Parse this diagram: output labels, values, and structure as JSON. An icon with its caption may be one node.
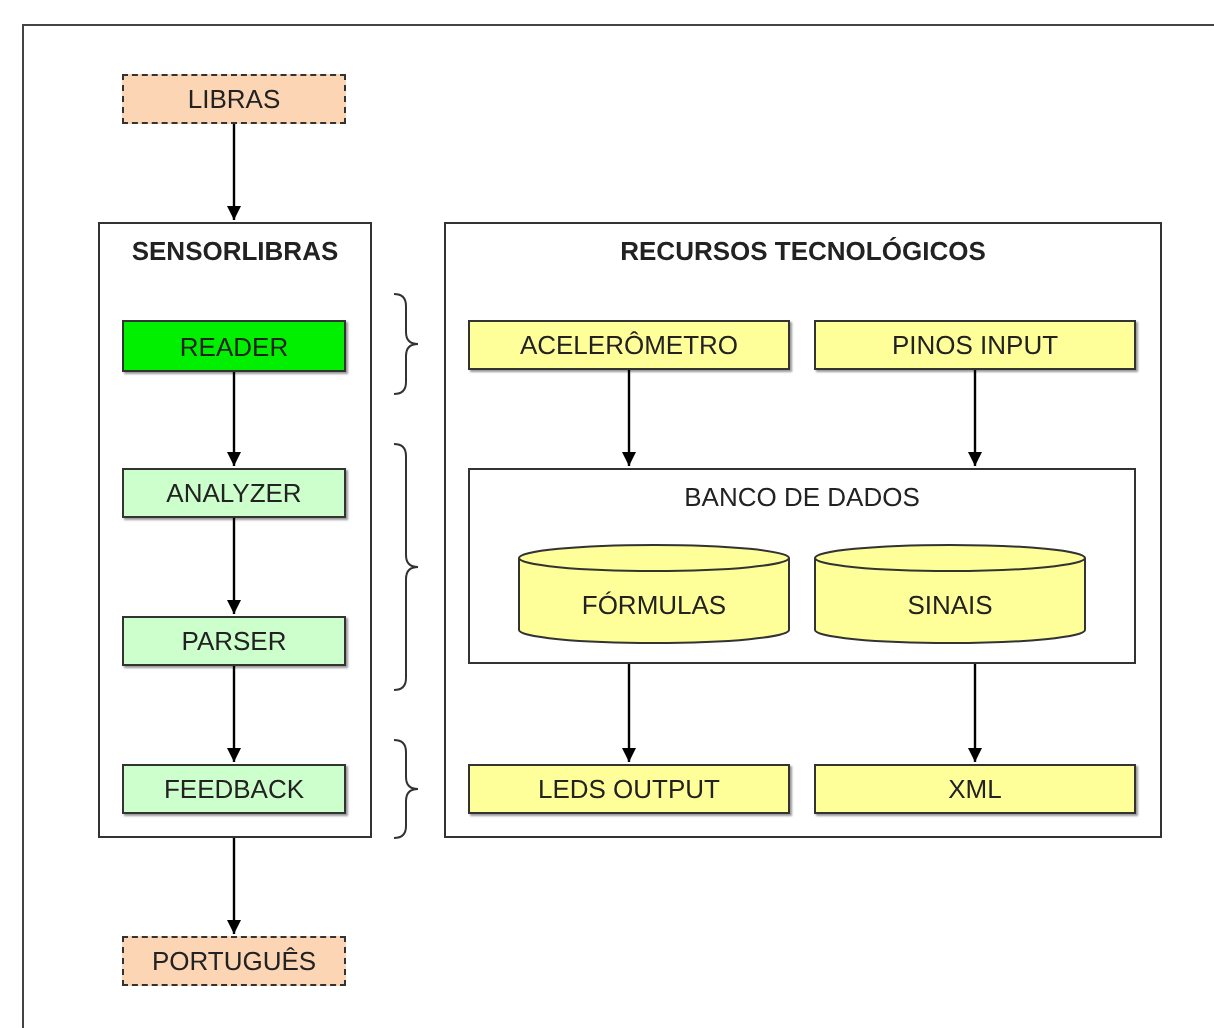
{
  "diagram": {
    "nodes": [
      {
        "text": [
          "LIBRAS"
        ]
      },
      {
        "text": [
          "SENSORLIBRAS"
        ]
      },
      {
        "text": [
          "READER"
        ],
        "in": 1
      },
      {
        "text": [
          "ANALYZER"
        ],
        "in": 1
      },
      {
        "text": [
          "PARSER"
        ],
        "in": 1
      },
      {
        "text": [
          "FEEDBACK"
        ],
        "in": 1
      },
      {
        "text": [
          "PORTUGUÊS"
        ]
      },
      {
        "text": [
          "RECURSOS TECNOLÓGICOS"
        ]
      },
      {
        "text": [
          "ACELERÔMETRO"
        ],
        "in": 7
      },
      {
        "text": [
          "PINOS INPUT"
        ],
        "in": 7
      },
      {
        "text": [
          "BANCO DE DADOS"
        ],
        "in": 7
      },
      {
        "text": [
          "FÓRMULAS"
        ],
        "in": 10
      },
      {
        "text": [
          "SINAIS"
        ],
        "in": 10
      },
      {
        "text": [
          "LEDS OUTPUT"
        ],
        "in": 7
      },
      {
        "text": [
          "XML"
        ],
        "in": 7
      }
    ],
    "edges": [
      {
        "from": 0,
        "to": 1,
        "arrow": "to"
      },
      {
        "from": 2,
        "to": 3,
        "arrow": "to"
      },
      {
        "from": 3,
        "to": 4,
        "arrow": "to"
      },
      {
        "from": 4,
        "to": 5,
        "arrow": "to"
      },
      {
        "from": 1,
        "to": 6,
        "arrow": "to"
      },
      {
        "from": 8,
        "to": 10,
        "arrow": "to"
      },
      {
        "from": 9,
        "to": 10,
        "arrow": "to"
      },
      {
        "from": 10,
        "to": 13,
        "arrow": "to"
      },
      {
        "from": 10,
        "to": 14,
        "arrow": "to"
      }
    ]
  }
}
